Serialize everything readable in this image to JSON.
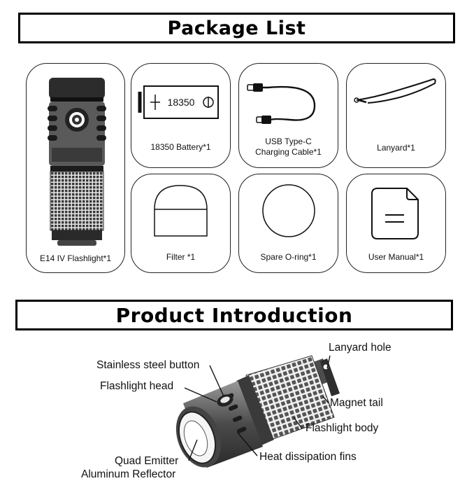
{
  "package_list": {
    "title": "Package List",
    "items": [
      {
        "label": "E14 IV Flashlight*1"
      },
      {
        "label": "18350 Battery*1",
        "battery_text": "18350"
      },
      {
        "label_line1": "USB Type-C",
        "label_line2": "Charging Cable*1"
      },
      {
        "label": "Lanyard*1"
      },
      {
        "label": "Filter *1"
      },
      {
        "label": "Spare O-ring*1"
      },
      {
        "label": "User Manual*1"
      }
    ]
  },
  "product_intro": {
    "title": "Product Introduction",
    "callouts": {
      "lanyard_hole": "Lanyard hole",
      "stainless_button": "Stainless steel button",
      "flashlight_head": "Flashlight head",
      "magnet_tail": "Magnet tail",
      "flashlight_body": "Flashlight body",
      "quad_emitter": "Quad Emitter",
      "heat_fins": "Heat dissipation fins",
      "aluminum_reflector": "Aluminum Reflector"
    }
  }
}
